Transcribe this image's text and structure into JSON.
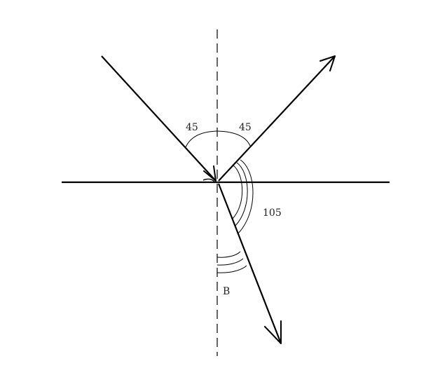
{
  "diagram": {
    "angle_incident": "45",
    "angle_reflected": "45",
    "angle_refracted": "105",
    "angle_b": "B"
  },
  "colors": {
    "background": "#ffffff",
    "stroke": "#000000",
    "text": "#222222"
  }
}
